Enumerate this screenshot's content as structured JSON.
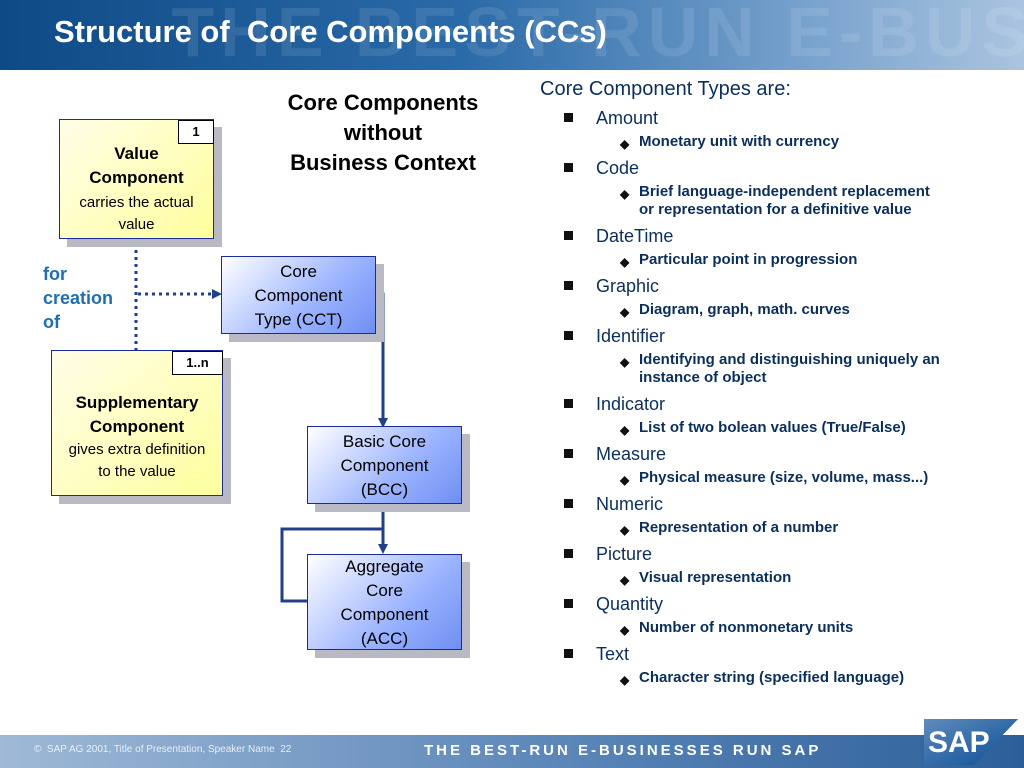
{
  "header": {
    "title": "Structure of  Core Components (CCs)",
    "watermark": "THE BEST-RUN E-BUS"
  },
  "diagram": {
    "heading": [
      "Core Components",
      "without",
      "Business Context"
    ],
    "value_component": {
      "badge": "1",
      "title_line1": "Value",
      "title_line2": "Component",
      "desc_line1": "carries the actual",
      "desc_line2": "value"
    },
    "for_creation": [
      "for",
      "creation",
      "of"
    ],
    "supplementary_component": {
      "badge": "1..n",
      "title_line1": "Supplementary",
      "title_line2": "Component",
      "desc_line1": "gives extra definition",
      "desc_line2": "to the value"
    },
    "cct": [
      "Core",
      "Component",
      "Type (CCT)"
    ],
    "bcc": [
      "Basic Core",
      "Component",
      "(BCC)"
    ],
    "acc": [
      "Aggregate",
      "Core",
      "Component",
      "(ACC)"
    ]
  },
  "types": {
    "heading": "Core Component Types are:",
    "items": [
      {
        "name": "Amount",
        "desc": [
          "Monetary unit with currency"
        ]
      },
      {
        "name": "Code",
        "desc": [
          "Brief language-independent replacement",
          "or representation for a definitive value"
        ]
      },
      {
        "name": "DateTime",
        "desc": [
          "Particular point in progression"
        ]
      },
      {
        "name": "Graphic",
        "desc": [
          "Diagram, graph, math. curves"
        ]
      },
      {
        "name": "Identifier",
        "desc": [
          "Identifying and distinguishing uniquely an",
          "instance of object"
        ]
      },
      {
        "name": "Indicator",
        "desc": [
          "List of two bolean values (True/False)"
        ]
      },
      {
        "name": "Measure",
        "desc": [
          "Physical measure (size, volume, mass...)"
        ]
      },
      {
        "name": "Numeric",
        "desc": [
          "Representation of a number"
        ]
      },
      {
        "name": "Picture",
        "desc": [
          "Visual representation"
        ]
      },
      {
        "name": "Quantity",
        "desc": [
          "Number of nonmonetary units"
        ]
      },
      {
        "name": "Text",
        "desc": [
          "Character string (specified language)"
        ]
      }
    ]
  },
  "footer": {
    "left": "©  SAP AG 2001, Title of Presentation, Speaker Name  22",
    "tagline": "THE BEST-RUN E-BUSINESSES RUN SAP",
    "logo": "SAP"
  },
  "colors": {
    "header_blue": "#0e4a86",
    "box_border": "#1c2b9a",
    "connector": "#213f8a",
    "for_creation_text": "#1f6fb0",
    "list_text": "#0b2f5c"
  }
}
